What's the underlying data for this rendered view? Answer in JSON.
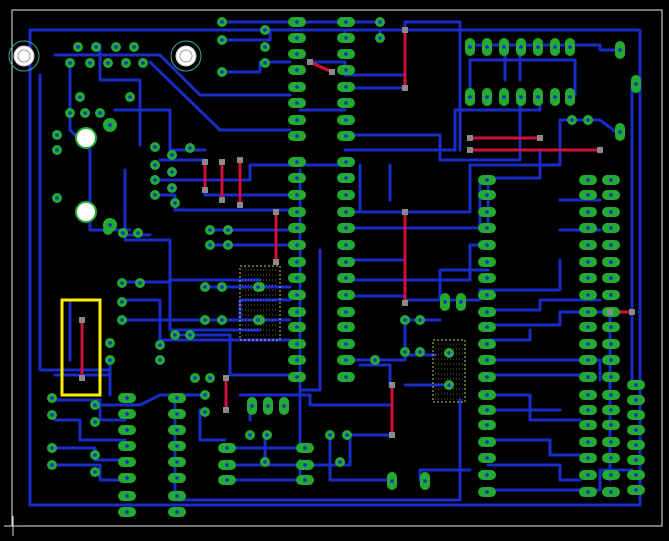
{
  "app": {
    "view": "pcb-layout-editor"
  },
  "colors": {
    "background": "#000000",
    "board_outline": "#e8e8e8",
    "bottom_copper": "#1a2cc8",
    "top_copper": "#d0103a",
    "pad": "#22aa33",
    "drill_hole": "#ffffff",
    "selection": "#ffee00",
    "via": "#8a8a8a",
    "mounting_hole_ring": "#3aa8a8",
    "silkscreen": "#c8c858"
  },
  "icons": {
    "crosshair": "crosshair-icon",
    "mounting_hole": "mounting-hole-icon"
  },
  "selection": {
    "state": "selected",
    "object": "top-layer-jumper"
  }
}
